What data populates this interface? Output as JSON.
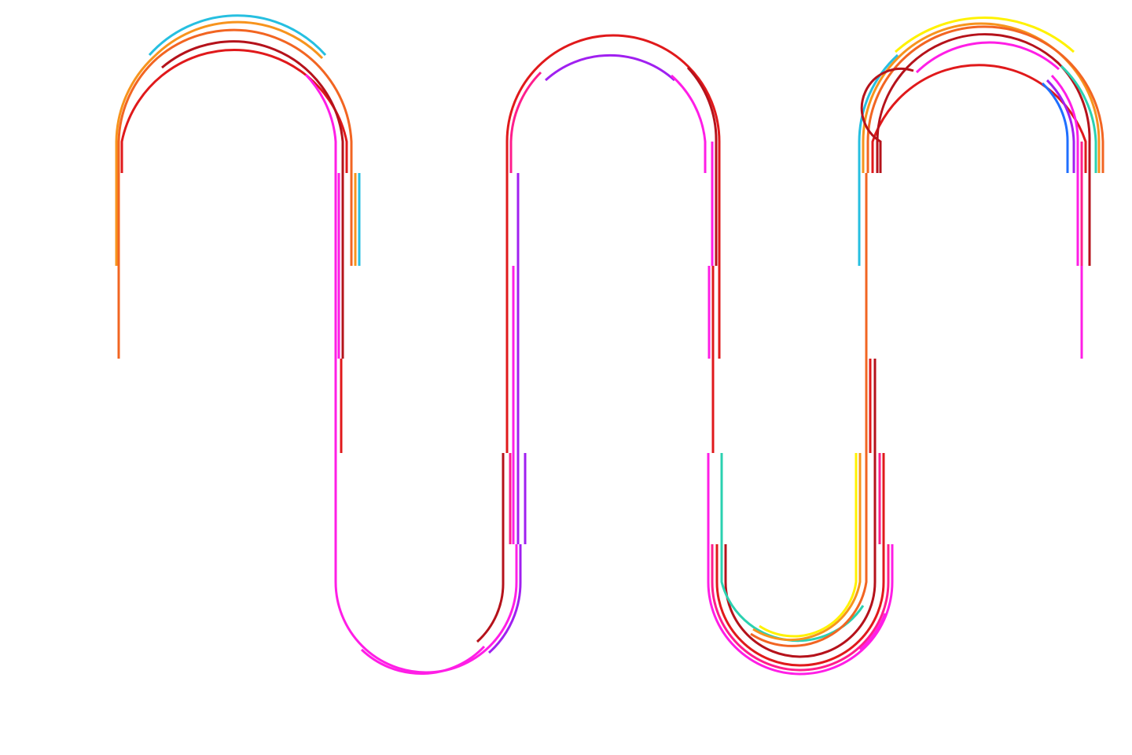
{
  "background": "#ffffff",
  "colors": {
    "cyan": "#26bfe0",
    "orange": "#f7941d",
    "dark_orange": "#f26522",
    "red": "#e0191b",
    "dark_red": "#b5121b",
    "magenta": "#ff1ee6",
    "pink": "#ff1e8c",
    "purple": "#a020f0",
    "yellow": "#fff200",
    "teal": "#2bd1b0",
    "blue": "#1f6fff"
  },
  "segments": [
    {
      "name": "loop1-cyan",
      "color": "cyan"
    },
    {
      "name": "loop1-orange",
      "color": "orange"
    },
    {
      "name": "loop1-dark-orange",
      "color": "dark_orange"
    },
    {
      "name": "loop1-red",
      "color": "red"
    },
    {
      "name": "loop1-dark-red",
      "color": "dark_red"
    },
    {
      "name": "loop1-magenta",
      "color": "magenta"
    },
    {
      "name": "valley1-magenta-outer",
      "color": "magenta"
    },
    {
      "name": "valley1-magenta-inner",
      "color": "magenta"
    },
    {
      "name": "valley1-dark-red",
      "color": "dark_red"
    },
    {
      "name": "valley1-purple",
      "color": "purple"
    },
    {
      "name": "loop2-red",
      "color": "red"
    },
    {
      "name": "loop2-purple",
      "color": "purple"
    },
    {
      "name": "loop2-magenta",
      "color": "magenta"
    },
    {
      "name": "loop2-dark-red",
      "color": "dark_red"
    },
    {
      "name": "valley2-magenta",
      "color": "magenta"
    },
    {
      "name": "valley2-pink",
      "color": "pink"
    },
    {
      "name": "valley2-red",
      "color": "red"
    },
    {
      "name": "valley2-dark-red",
      "color": "dark_red"
    },
    {
      "name": "valley2-teal",
      "color": "teal"
    },
    {
      "name": "valley2-orange",
      "color": "orange"
    },
    {
      "name": "valley2-yellow",
      "color": "yellow"
    },
    {
      "name": "loop3-yellow",
      "color": "yellow"
    },
    {
      "name": "loop3-orange",
      "color": "orange"
    },
    {
      "name": "loop3-dark-orange",
      "color": "dark_orange"
    },
    {
      "name": "loop3-red",
      "color": "red"
    },
    {
      "name": "loop3-dark-red",
      "color": "dark_red"
    },
    {
      "name": "loop3-magenta",
      "color": "magenta"
    },
    {
      "name": "loop3-cyan",
      "color": "cyan"
    },
    {
      "name": "loop3-teal",
      "color": "teal"
    },
    {
      "name": "loop3-purple",
      "color": "purple"
    },
    {
      "name": "loop3-blue",
      "color": "blue"
    }
  ]
}
